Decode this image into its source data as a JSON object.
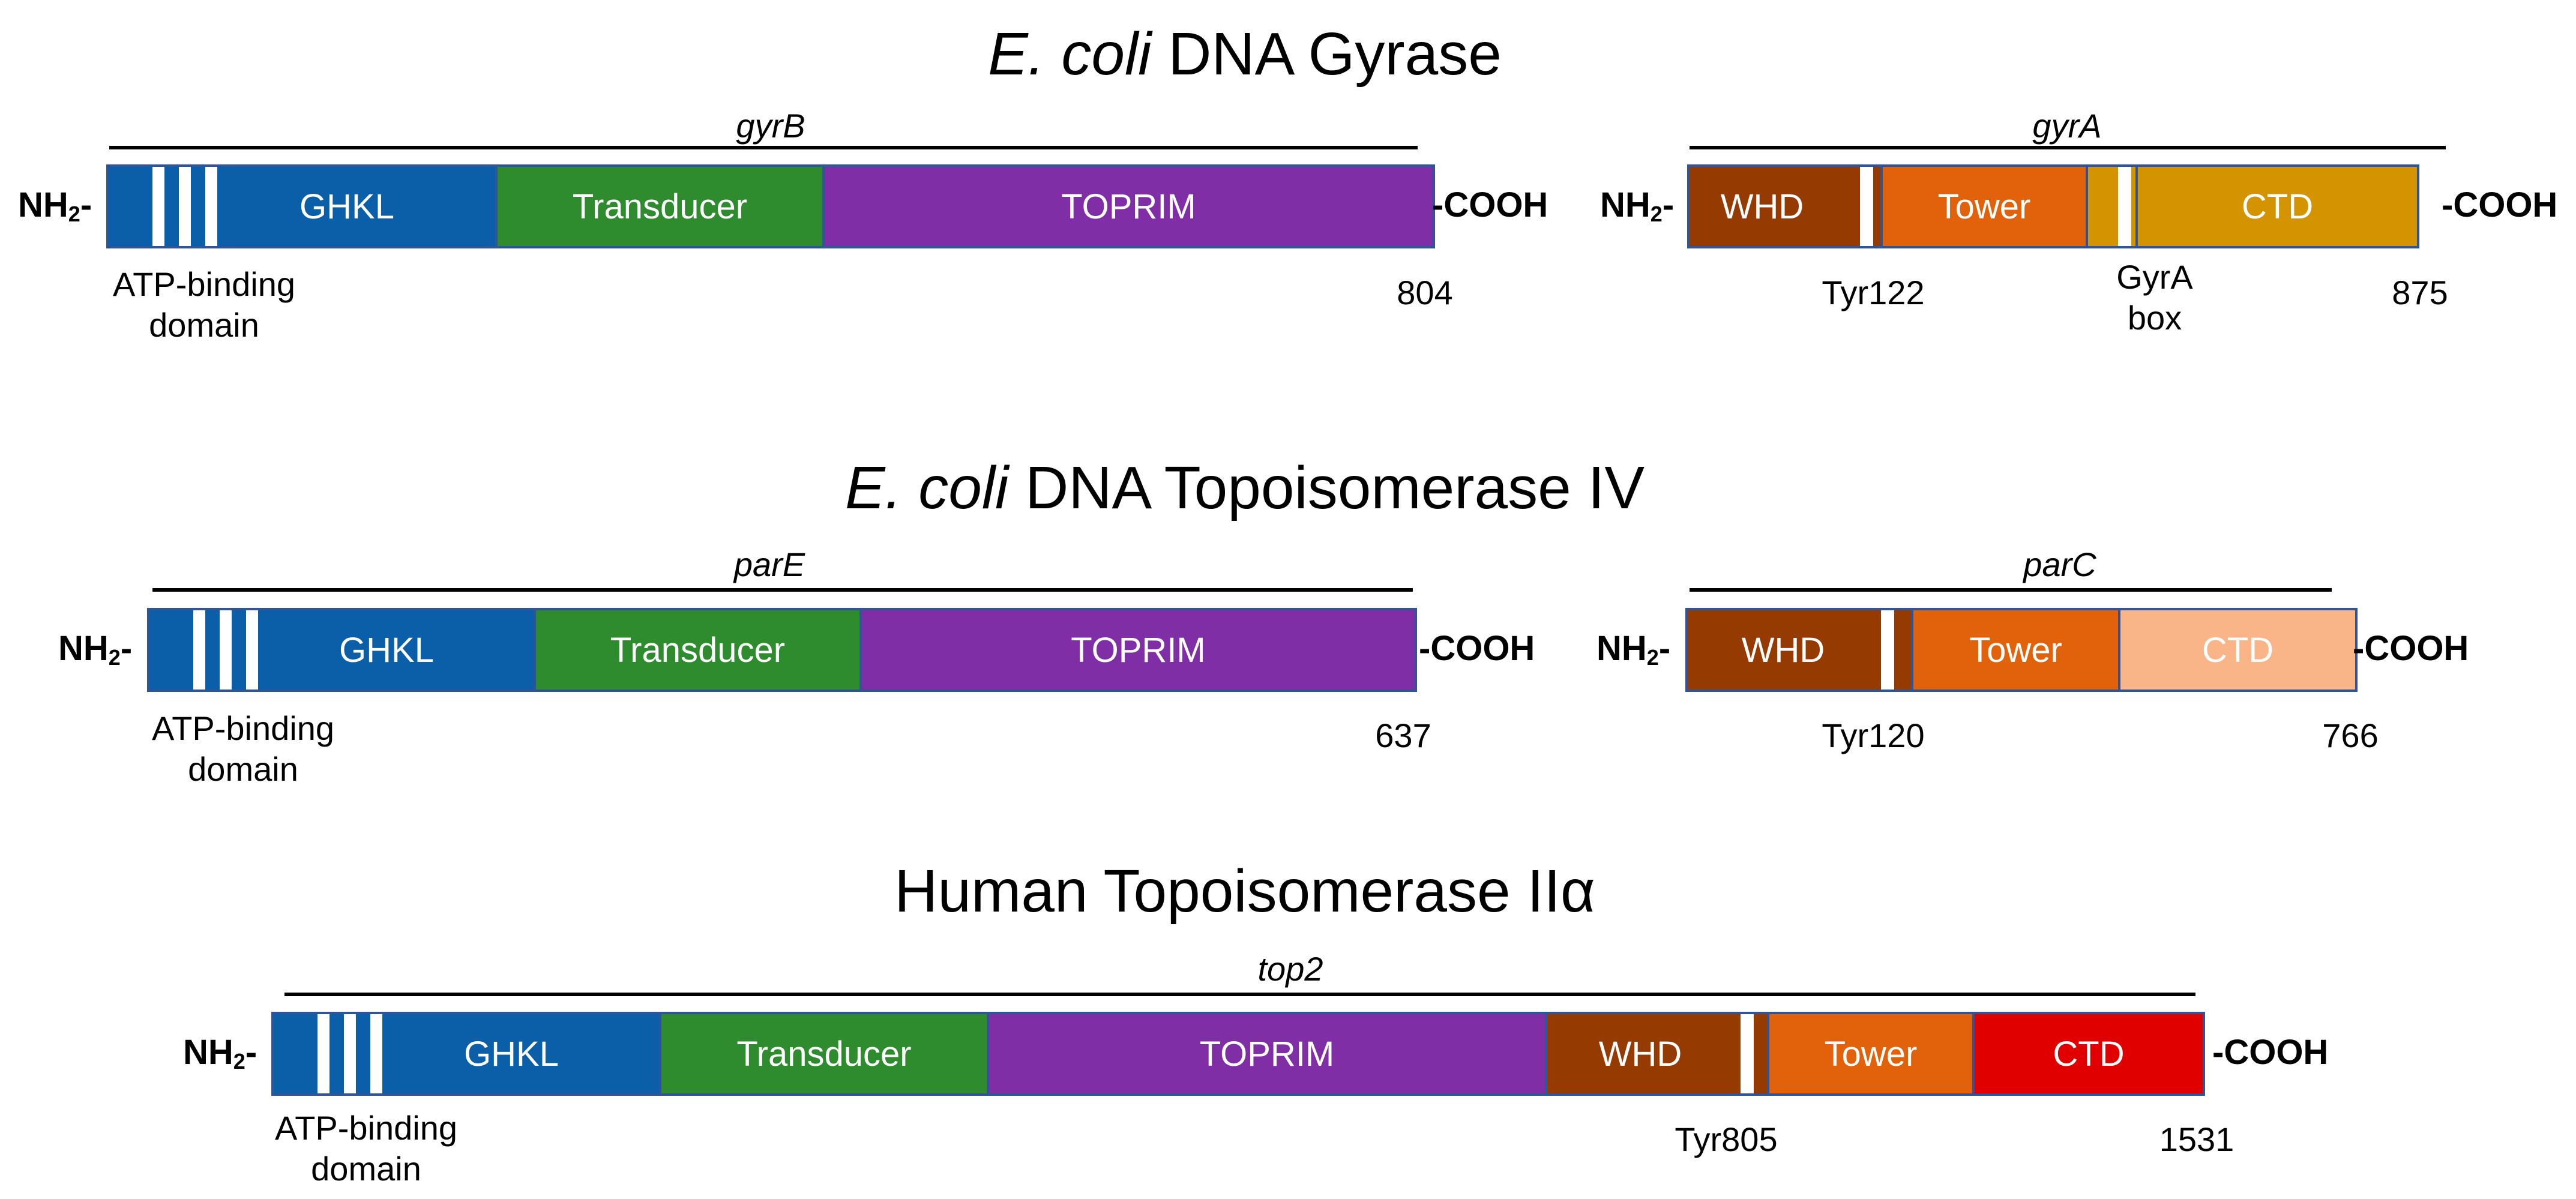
{
  "diagrams": {
    "gyrase": {
      "title_italic": "E. coli",
      "title_rest": " DNA Gyrase",
      "gyrB": {
        "gene": "gyrB",
        "nh2": "NH",
        "nh2_sub": "2",
        "nh2_dash": "-",
        "cooh": "-COOH",
        "domains": [
          "GHKL",
          "Transducer",
          "TOPRIM"
        ],
        "atp_line1": "ATP-binding",
        "atp_line2": "domain",
        "length": "804"
      },
      "gyrA": {
        "gene": "gyrA",
        "nh2": "NH",
        "nh2_sub": "2",
        "nh2_dash": "-",
        "cooh": "-COOH",
        "domains": [
          "WHD",
          "Tower",
          "",
          "CTD"
        ],
        "tyr": "Tyr122",
        "box_line1": "GyrA",
        "box_line2": "box",
        "length": "875"
      }
    },
    "topoIV": {
      "title_italic": "E. coli",
      "title_rest": " DNA Topoisomerase IV",
      "parE": {
        "gene": "parE",
        "nh2": "NH",
        "nh2_sub": "2",
        "nh2_dash": "-",
        "cooh": "-COOH",
        "domains": [
          "GHKL",
          "Transducer",
          "TOPRIM"
        ],
        "atp_line1": "ATP-binding",
        "atp_line2": "domain",
        "length": "637"
      },
      "parC": {
        "gene": "parC",
        "nh2": "NH",
        "nh2_sub": "2",
        "nh2_dash": "-",
        "cooh": "-COOH",
        "domains": [
          "WHD",
          "Tower",
          "CTD"
        ],
        "tyr": "Tyr120",
        "length": "766"
      }
    },
    "human": {
      "title": "Human Topoisomerase IIα",
      "top2": {
        "gene": "top2",
        "nh2": "NH",
        "nh2_sub": "2",
        "nh2_dash": "-",
        "cooh": "-COOH",
        "domains": [
          "GHKL",
          "Transducer",
          "TOPRIM",
          "WHD",
          "Tower",
          "CTD"
        ],
        "atp_line1": "ATP-binding",
        "atp_line2": "domain",
        "tyr": "Tyr805",
        "length": "1531"
      }
    }
  },
  "colors": {
    "ghkl": "#0b5ea8",
    "transducer": "#2e8b2e",
    "toprim": "#7f2ea6",
    "whd": "#953a00",
    "tower": "#e2620b",
    "ctd_gyra": "#d49300",
    "ctd_parc": "#f9b587",
    "ctd_human": "#e00000",
    "outline": "#2f5597"
  }
}
